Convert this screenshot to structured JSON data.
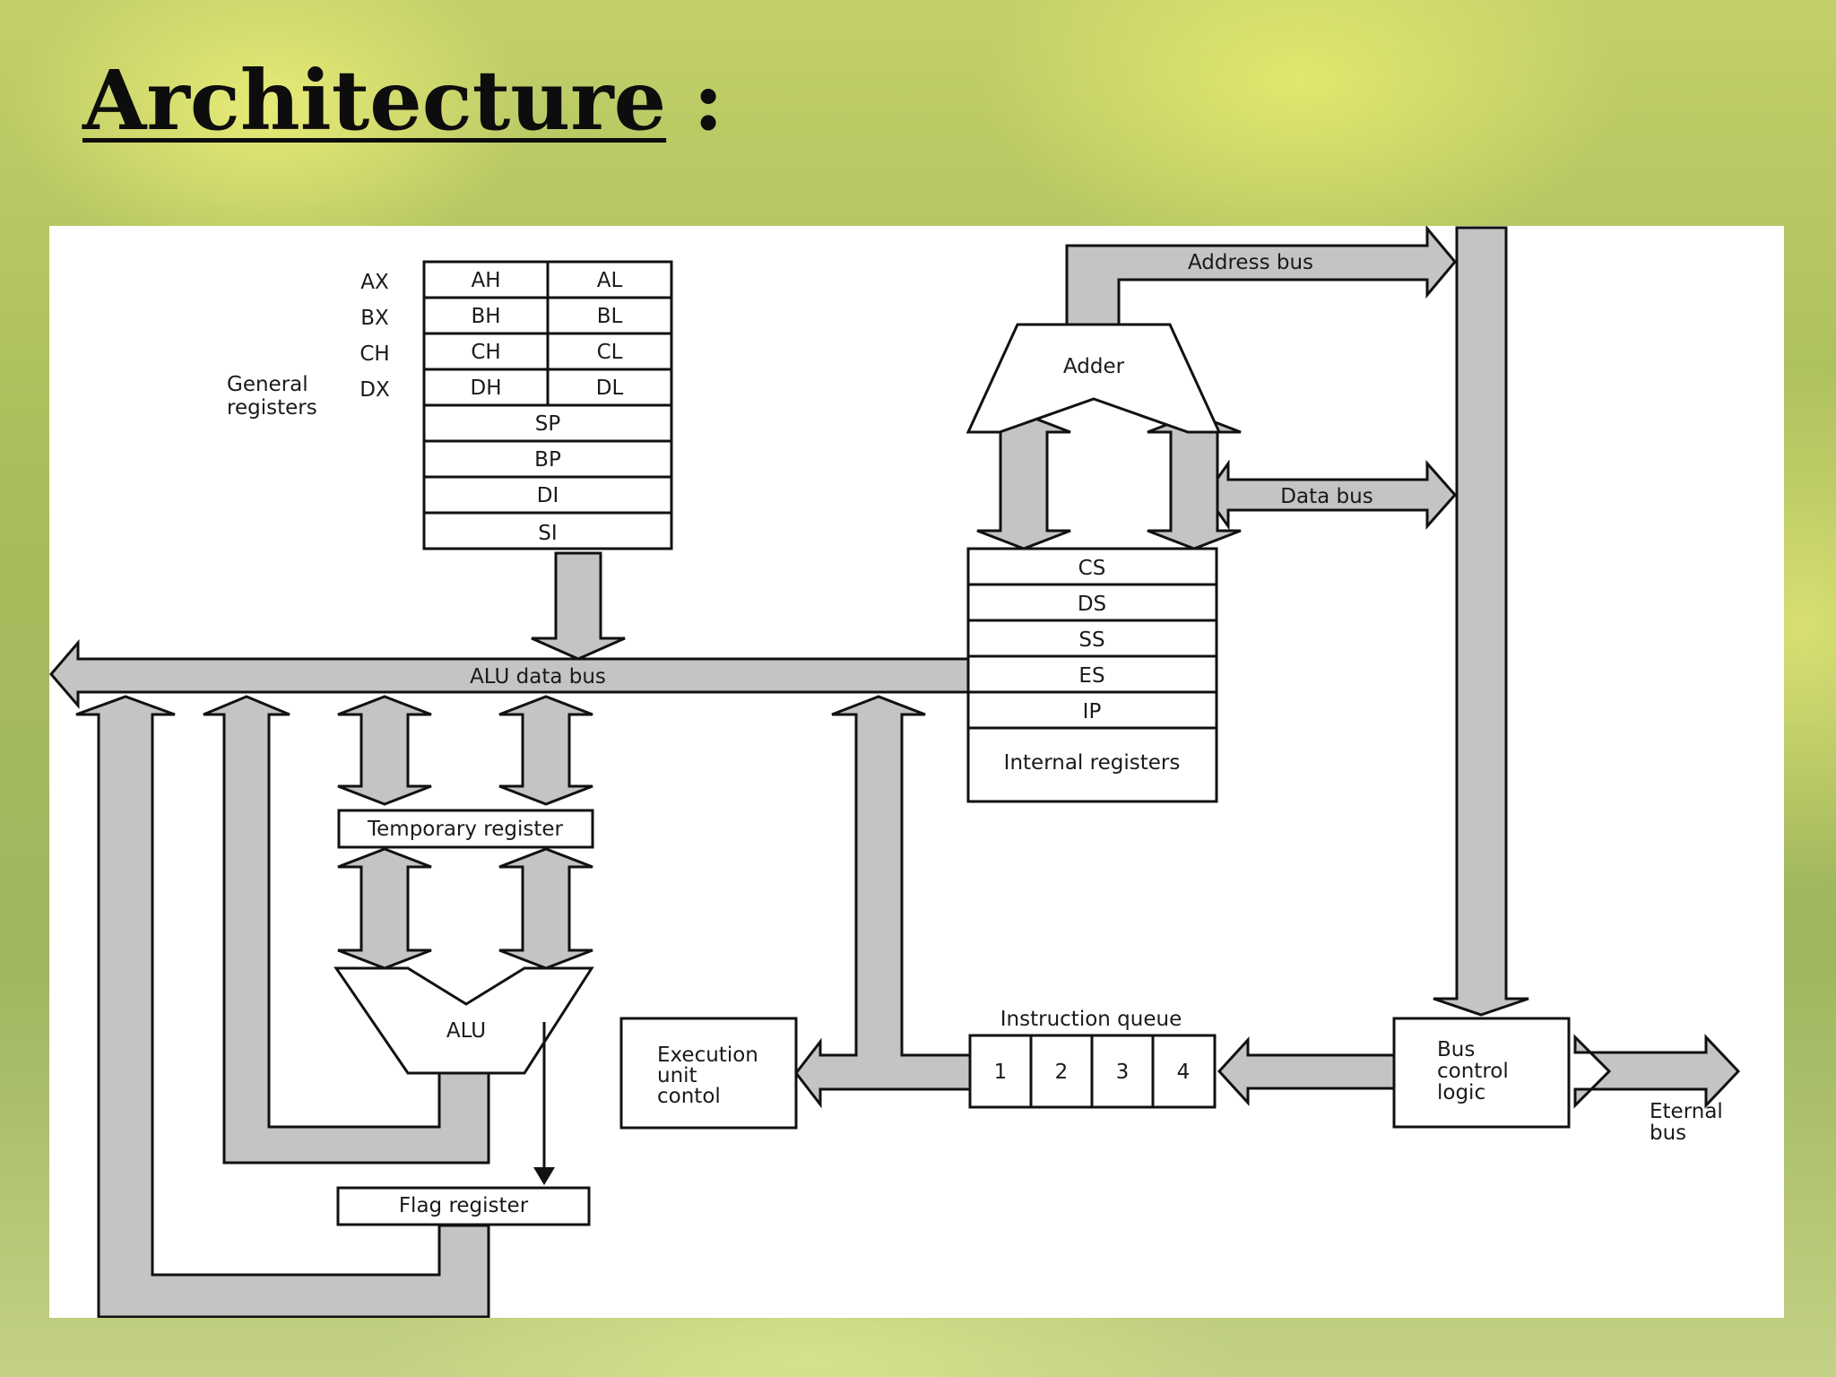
{
  "slide": {
    "title": "Architecture",
    "title_colon": ":"
  },
  "diagram": {
    "general_registers": {
      "group_label": [
        "General",
        "registers"
      ],
      "row_names": [
        "AX",
        "BX",
        "CH",
        "DX"
      ],
      "high_bytes": [
        "AH",
        "BH",
        "CH",
        "DH"
      ],
      "low_bytes": [
        "AL",
        "BL",
        "CL",
        "DL"
      ],
      "pointer_registers": [
        "SP",
        "BP",
        "DI",
        "SI"
      ]
    },
    "segment_registers": {
      "rows": [
        "CS",
        "DS",
        "SS",
        "ES",
        "IP"
      ],
      "label": "Internal registers"
    },
    "buses": {
      "address_bus": "Address bus",
      "data_bus": "Data bus",
      "alu_data_bus": "ALU data bus",
      "external_bus": [
        "Eternal",
        "bus"
      ]
    },
    "adder": "Adder",
    "temporary_register": "Temporary register",
    "alu": "ALU",
    "flag_register": "Flag register",
    "execution_unit_control": [
      "Execution",
      "unit",
      "contol"
    ],
    "instruction_queue": {
      "label": "Instruction queue",
      "slots": [
        "1",
        "2",
        "3",
        "4"
      ]
    },
    "bus_control_logic": [
      "Bus",
      "control",
      "logic"
    ]
  }
}
